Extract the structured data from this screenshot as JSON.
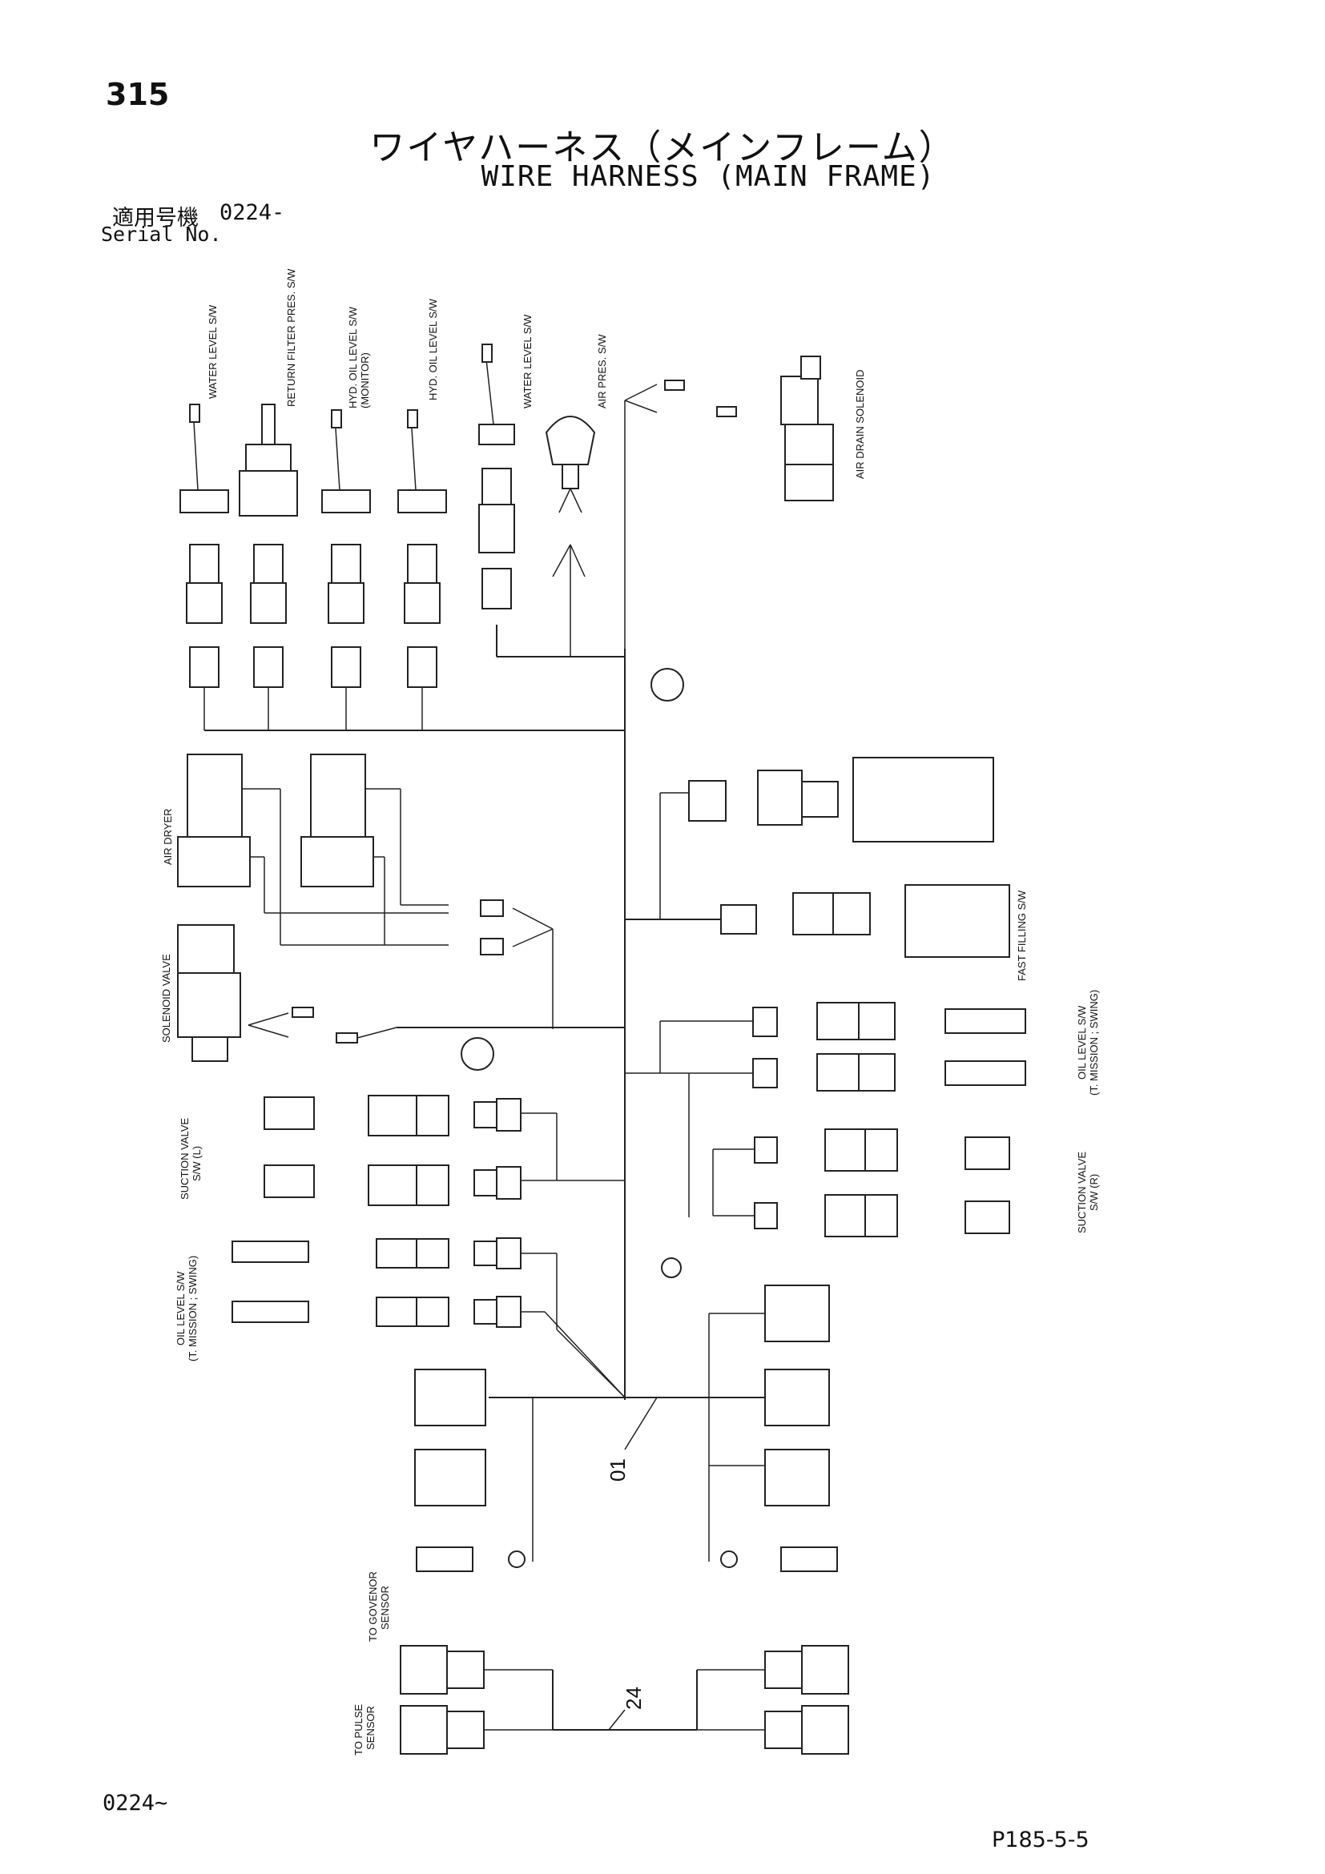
{
  "header": {
    "page_number": "315",
    "title_jp": "ワイヤハーネス（メインフレーム）",
    "title_en": "WIRE HARNESS (MAIN FRAME)",
    "serial_label_jp": "適用号機",
    "serial_code": "0224-",
    "serial_label_en": "Serial No."
  },
  "labels": {
    "water_level_1": "WATER LEVEL S/W",
    "return_filter": "RETURN FILTER PRES. S/W",
    "hyd_oil_monitor_1": "HYD. OIL LEVEL S/W",
    "hyd_oil_monitor_2": "(MONITOR)",
    "hyd_oil_level": "HYD. OIL LEVEL S/W",
    "water_level_2": "WATER LEVEL S/W",
    "air_pres": "AIR PRES. S/W",
    "air_drain": "AIR DRAIN SOLENOID",
    "air_dryer": "AIR DRYER",
    "solenoid_valve": "SOLENOID VALVE",
    "fast_filling": "FAST FILLING S/W",
    "oil_level_right_1": "OIL LEVEL S/W",
    "oil_level_right_2": "(T. MISSION ; SWING)",
    "suction_left_1": "SUCTION VALVE",
    "suction_left_2": "S/W (L)",
    "suction_right_1": "SUCTION VALVE",
    "suction_right_2": "S/W (R)",
    "oil_level_left_1": "OIL LEVEL S/W",
    "oil_level_left_2": "(T. MISSION ; SWING)",
    "gov_sensor_1": "TO GOVENOR",
    "gov_sensor_2": "SENSOR",
    "pulse_sensor_1": "TO PULSE",
    "pulse_sensor_2": "SENSOR",
    "part_01": "01",
    "part_24": "24"
  },
  "footer": {
    "serial": "0224~",
    "code": "P185-5-5"
  }
}
